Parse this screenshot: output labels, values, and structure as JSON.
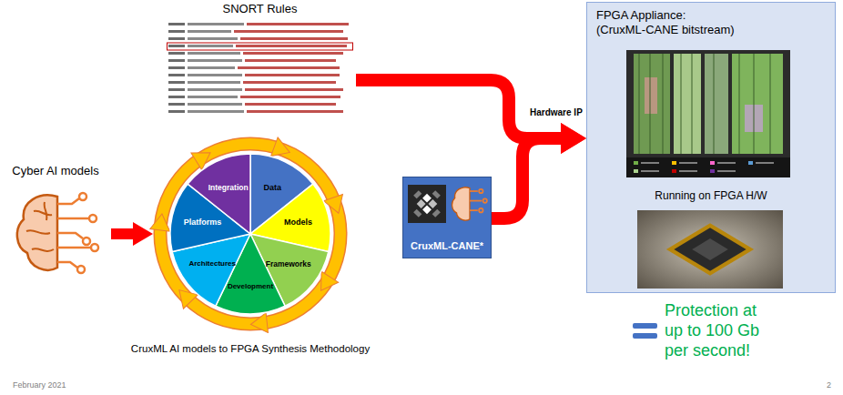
{
  "diagram": {
    "nodes": [
      {
        "text": [
          "SNORT Rules"
        ]
      },
      {
        "text": [
          "Cyber AI models"
        ]
      },
      {
        "text": [
          "CruxML AI models to FPGA Synthesis Methodology"
        ]
      },
      {
        "text": [
          "Integration"
        ],
        "in": 2
      },
      {
        "text": [
          "Data"
        ],
        "in": 2
      },
      {
        "text": [
          "Models"
        ],
        "in": 2
      },
      {
        "text": [
          "Frameworks"
        ],
        "in": 2
      },
      {
        "text": [
          "Development"
        ],
        "in": 2
      },
      {
        "text": [
          "Architectures"
        ],
        "in": 2
      },
      {
        "text": [
          "Platforms"
        ],
        "in": 2
      },
      {
        "text": [
          "CruxML-CANE*"
        ]
      },
      {
        "text": [
          "FPGA Appliance:",
          "(CruxML-CANE bitstream)",
          "Running on FPGA H/W"
        ]
      }
    ],
    "edges": [
      {
        "from": 1,
        "to": 2,
        "arrow": "to"
      },
      {
        "from": 0,
        "to": 11,
        "arrow": "to"
      },
      {
        "from": 10,
        "to": 11,
        "arrow": "to"
      }
    ],
    "labels": [
      "Hardware IP",
      "Protection at up to 100 Gb per second!",
      "February 2021",
      "2"
    ]
  }
}
